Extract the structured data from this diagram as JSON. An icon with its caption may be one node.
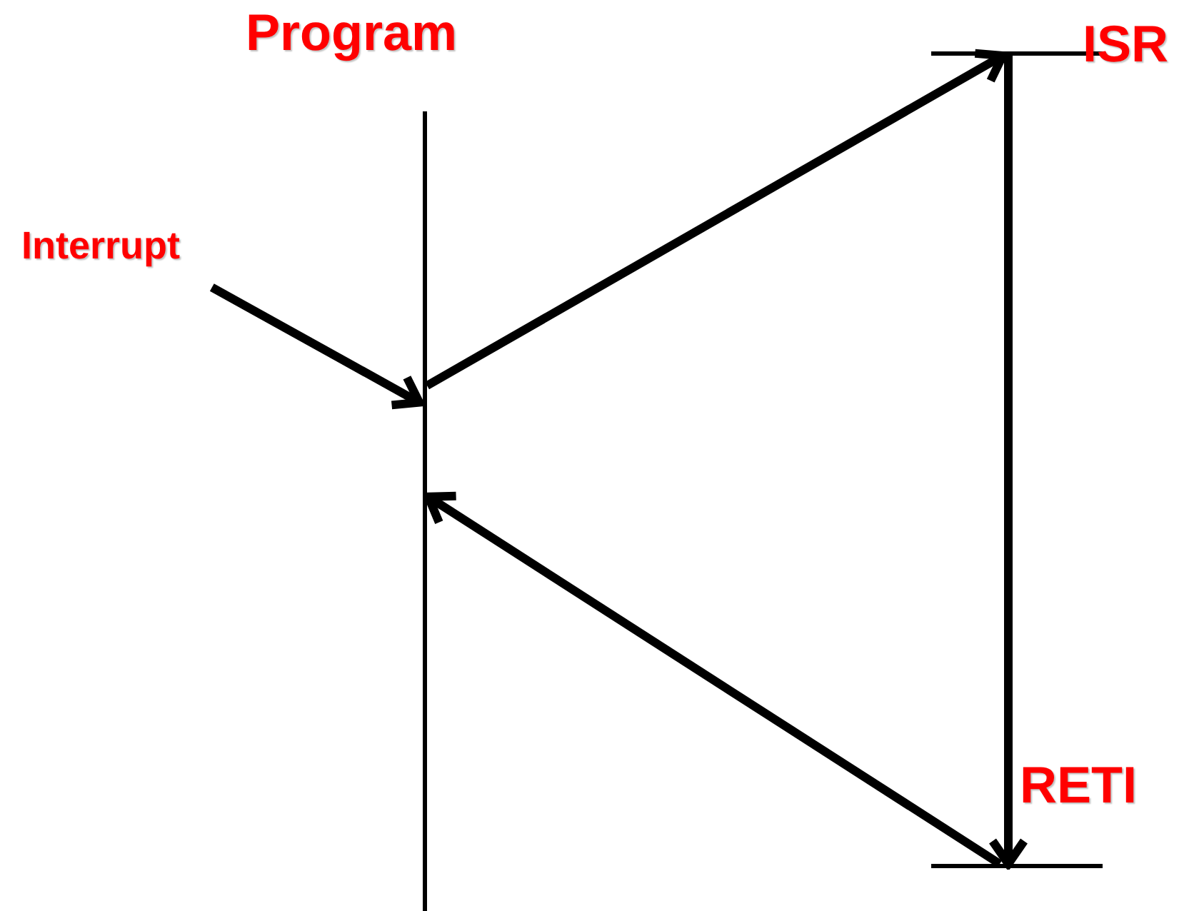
{
  "diagram": {
    "nodes": [
      {
        "text": [
          "Interrupt"
        ]
      },
      {
        "text": [],
        "shape": "bar",
        "beside": [
          "Program"
        ]
      },
      {
        "text": [],
        "shape": "bar",
        "beside": [
          "ISR"
        ]
      },
      {
        "text": [],
        "shape": "bar",
        "beside": [
          "RETI"
        ]
      }
    ],
    "edges": [
      {
        "from": 0,
        "to": 1,
        "arrow": "to"
      },
      {
        "from": 1,
        "to": 2,
        "arrow": "to"
      },
      {
        "from": 2,
        "to": 3,
        "arrow": "to"
      },
      {
        "from": 3,
        "to": 1,
        "arrow": "to"
      }
    ]
  }
}
